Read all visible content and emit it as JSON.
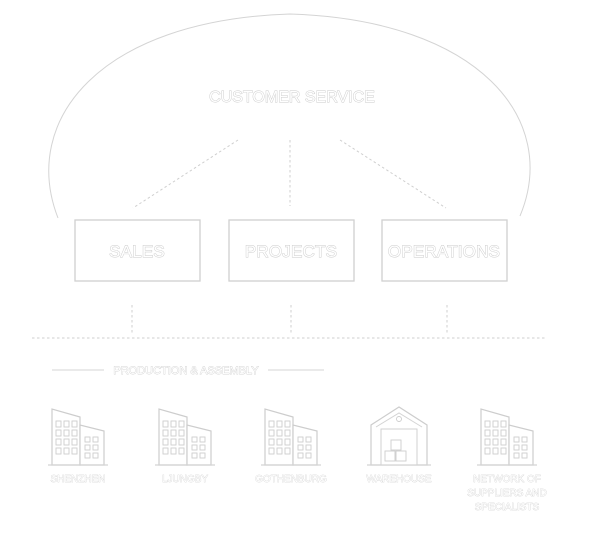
{
  "title": "CUSTOMER SERVICE",
  "departments": [
    "SALES",
    "PROJECTS",
    "OPERATIONS"
  ],
  "section": "PRODUCTION & ASSEMBLY",
  "locations": [
    {
      "lines": [
        "SHENZHEN"
      ],
      "icon": "office-building-icon"
    },
    {
      "lines": [
        "LJUNGBY"
      ],
      "icon": "office-building-icon"
    },
    {
      "lines": [
        "GOTHENBURG"
      ],
      "icon": "office-building-icon"
    },
    {
      "lines": [
        "WAREHOUSE"
      ],
      "icon": "warehouse-icon"
    },
    {
      "lines": [
        "NETWORK OF",
        "SUPPLIERS AND",
        "SPECIALISTS"
      ],
      "icon": "office-building-icon"
    }
  ],
  "colors": {
    "outline": "#c9c9c9",
    "fill": "#ffffff"
  }
}
